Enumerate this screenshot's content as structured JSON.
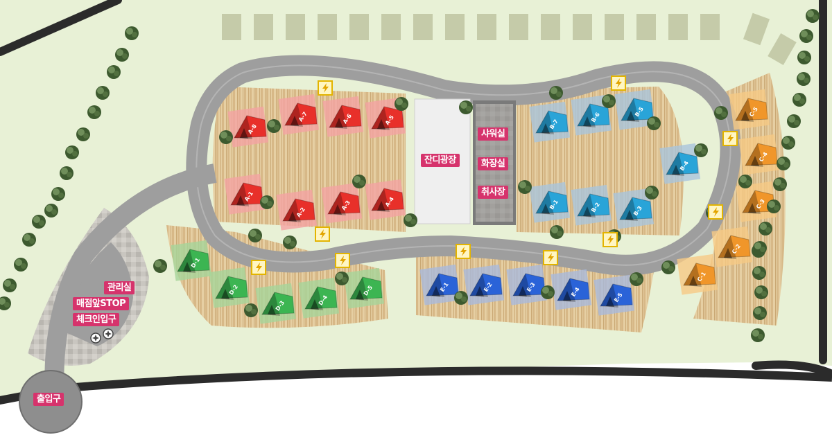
{
  "facilities": {
    "lawn_plaza": "잔디광장",
    "shower": "샤워실",
    "restroom": "화장실",
    "kitchen": "취사장",
    "office": "관리실",
    "store_stop": "매점앞STOP",
    "checkin": "체크인입구",
    "entrance": "출입구"
  },
  "sites": {
    "A": [
      "A-1",
      "A-2",
      "A-3",
      "A-4",
      "A-5",
      "A-6",
      "A-7",
      "A-8"
    ],
    "B": [
      "B-1",
      "B-2",
      "B-3",
      "B-4",
      "B-5",
      "B-6",
      "B-7"
    ],
    "C": [
      "C-1",
      "C-2",
      "C-3",
      "C-4",
      "C-5"
    ],
    "D": [
      "D-1",
      "D-2",
      "D-3",
      "D-4",
      "D-5"
    ],
    "E": [
      "E-1",
      "E-2",
      "E-3",
      "E-4",
      "E-5"
    ]
  },
  "zone_colors": {
    "A": "#e8302a",
    "B": "#29a4d8",
    "C": "#f0962a",
    "D": "#3cb552",
    "E": "#2a63d8"
  },
  "icons": {
    "power": "lightning-bolt-icon",
    "tree": "shrub-icon"
  }
}
